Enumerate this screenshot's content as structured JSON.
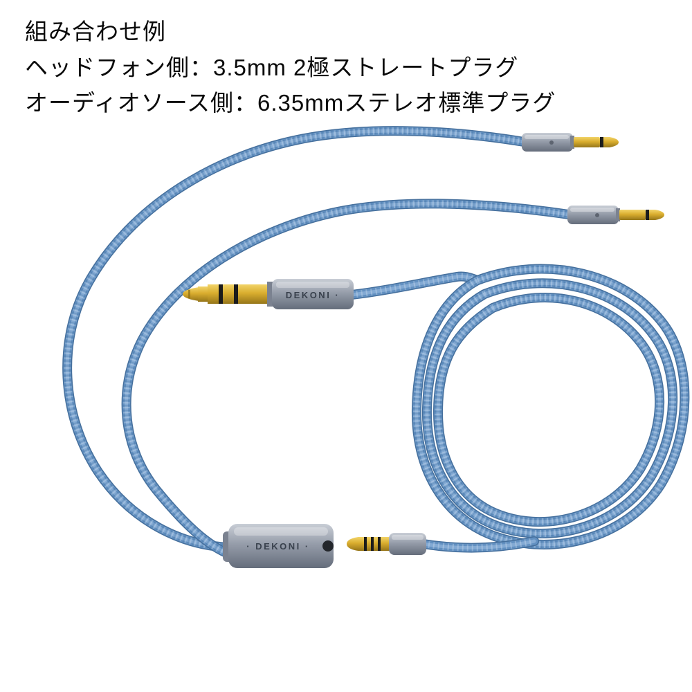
{
  "captions": {
    "line1": "組み合わせ例",
    "line2": "ヘッドフォン側：3.5mm 2極ストレートプラグ",
    "line3": "オーディオソース側：6.35mmステレオ標準プラグ"
  },
  "product": {
    "brand_label_plug": "DEKONI ·",
    "brand_label_splitter": "· DEKONI ·"
  },
  "colors": {
    "background": "#ffffff",
    "cable_base": "#6290c1",
    "cable_shadow": "#46709d",
    "cable_highlight": "#8fb3d9",
    "gold": "#d9ad2e",
    "gold_dark": "#9a7a1a",
    "metal_gray": "#959ca9",
    "metal_gray_dark": "#6a7280",
    "text": "#0a0a0a"
  }
}
